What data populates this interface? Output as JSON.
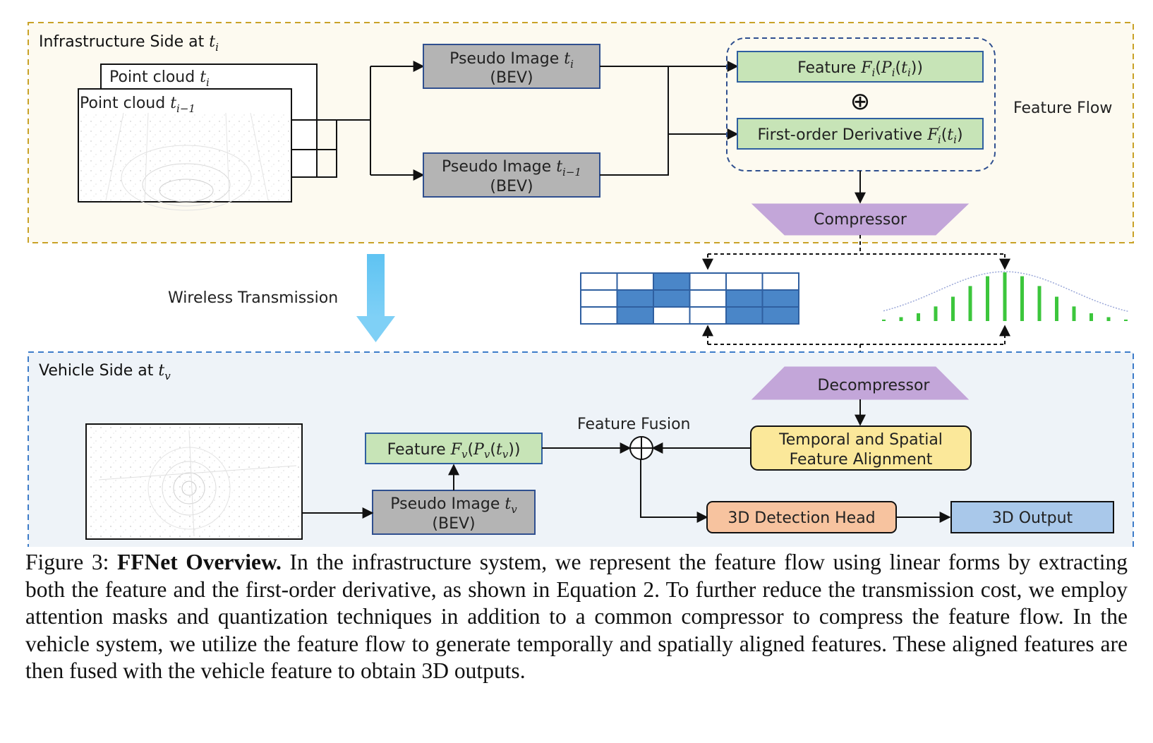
{
  "infra_panel": {
    "title": "Infrastructure Side at ",
    "title_var": "t",
    "title_sub": "i",
    "point_cloud_front": {
      "label": "Point cloud ",
      "var": "t",
      "sub": "i"
    },
    "point_cloud_back": {
      "label": "Point cloud ",
      "var": "t",
      "sub": "i−1"
    },
    "pseudo_image_ti": {
      "label": "Pseudo Image ",
      "var": "t",
      "sub": "i",
      "line2": "(BEV)"
    },
    "pseudo_image_ti1": {
      "label": "Pseudo Image ",
      "var": "t",
      "sub": "i−1",
      "line2": "(BEV)"
    },
    "feature_box": {
      "prefix": "Feature ",
      "math": "F",
      "math_sub": "i",
      "mid": "(",
      "p": "P",
      "p_sub": "i",
      "paren": "(",
      "t": "t",
      "t_sub": "i",
      "close": "))"
    },
    "derivative_box": {
      "prefix": "First-order Derivative ",
      "math": "F",
      "math_sup": "′",
      "math_sub": "i",
      "open": "(",
      "t": "t",
      "t_sub": "i",
      "close": ")"
    },
    "oplus_symbol": "⊕",
    "feature_flow_label": "Feature Flow",
    "compressor_label": "Compressor"
  },
  "transmission": {
    "label": "Wireless Transmission"
  },
  "attention_mask": {
    "rows": 3,
    "cols": 6,
    "filled": [
      [
        false,
        false,
        true,
        false,
        false,
        false
      ],
      [
        false,
        true,
        true,
        false,
        true,
        true
      ],
      [
        false,
        true,
        false,
        false,
        true,
        true
      ]
    ]
  },
  "quantization": {
    "bar_levels": [
      0.03,
      0.08,
      0.16,
      0.3,
      0.5,
      0.72,
      0.92,
      1.0,
      0.92,
      0.72,
      0.5,
      0.3,
      0.16,
      0.08,
      0.03
    ]
  },
  "vehicle_panel": {
    "title": "Vehicle Side at ",
    "title_var": "t",
    "title_sub": "v",
    "decompressor_label": "Decompressor",
    "alignment_line1": "Temporal and Spatial",
    "alignment_line2": "Feature Alignment",
    "fusion_label": "Feature Fusion",
    "vehicle_feature": {
      "prefix": "Feature ",
      "math": "F",
      "math_sub": "v",
      "mid": "(",
      "p": "P",
      "p_sub": "v",
      "paren": "(",
      "t": "t",
      "t_sub": "v",
      "close": "))"
    },
    "pseudo_image_tv": {
      "label": "Pseudo Image ",
      "var": "t",
      "sub": "v",
      "line2": "(BEV)"
    },
    "detection_head_label": "3D Detection Head",
    "output_label": "3D Output"
  },
  "caption": {
    "figure_label": "Figure 3: ",
    "bold_title": "FFNet Overview.",
    "text": " In the infrastructure system, we represent the feature flow using linear forms by extracting both the feature and the first-order derivative, as shown in Equation 2. To further reduce the transmission cost, we employ attention masks and quantization techniques in addition to a common compressor to compress the feature flow. In the vehicle system, we utilize the feature flow to generate temporally and spatially aligned features. These aligned features are then fused with the vehicle feature to obtain 3D outputs."
  },
  "colors": {
    "infra_bg": "#fdfaf0",
    "infra_border": "#c9a227",
    "vehicle_bg": "#eef3f8",
    "vehicle_border": "#3d7cc9",
    "pseudo_fill": "#b4b4b4",
    "pseudo_border": "#2f4f8f",
    "feature_fill": "#c7e4b7",
    "feature_border": "#2f5fa0",
    "compressor_fill": "#c3a6d9",
    "alignment_fill": "#fbe89a",
    "detection_fill": "#f7c39f",
    "output_fill": "#a9c8ea",
    "mask_fill": "#4a86c8",
    "quant_bar": "#3cc63c",
    "wireless_arrow": "#5fc3f2"
  }
}
